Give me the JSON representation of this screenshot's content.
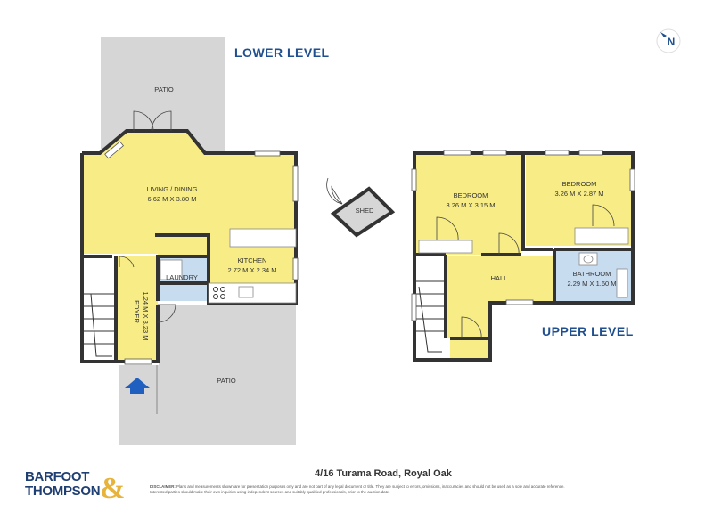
{
  "levels": {
    "lower": "LOWER LEVEL",
    "upper": "UPPER LEVEL"
  },
  "compass": {
    "label": "N"
  },
  "rooms": {
    "patio_top": {
      "name": "PATIO"
    },
    "living": {
      "name": "LIVING / DINING",
      "dims": "6.62 M X 3.80 M"
    },
    "kitchen": {
      "name": "KITCHEN",
      "dims": "2.72 M X 2.34 M"
    },
    "laundry": {
      "name": "LAUNDRY"
    },
    "foyer": {
      "name": "FOYER",
      "dims": "1.24 M X 3.23 M"
    },
    "patio_bottom": {
      "name": "PATIO"
    },
    "shed": {
      "name": "SHED"
    },
    "bedroom1": {
      "name": "BEDROOM",
      "dims": "3.26 M X 3.15 M"
    },
    "bedroom2": {
      "name": "BEDROOM",
      "dims": "3.26 M X 2.87 M"
    },
    "hall": {
      "name": "HALL"
    },
    "bathroom": {
      "name": "BATHROOM",
      "dims": "2.29 M X 1.60 M"
    }
  },
  "colors": {
    "room": "#f7ec86",
    "wet": "#c8dcf0",
    "outdoor": "#d6d6d6",
    "wall": "#333333",
    "accent": "#1f4f8f"
  },
  "footer": {
    "address": "4/16 Turama Road, Royal Oak",
    "logo_line1": "BARFOOT",
    "logo_line2": "THOMPSON",
    "logo_amp": "&",
    "disclaimer_label": "DISCLAIMER:",
    "disclaimer": "Plans and measurements shown are for presentation purposes only and are not part of any legal document or title. They are subject to errors, omissions, inaccuracies and should not be used as a sole and accurate reference. Interested parties should make their own inquiries using independent sources and suitably qualified professionals, prior to the auction date."
  }
}
